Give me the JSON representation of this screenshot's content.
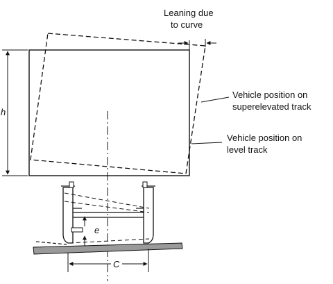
{
  "labels": {
    "leaning_line1": "Leaning due",
    "leaning_line2": "to curve",
    "superelevated_line1": "Vehicle position on",
    "superelevated_line2": "superelevated track",
    "level_line1": "Vehicle position on",
    "level_line2": "level track",
    "height": "h",
    "eccentricity": "e",
    "gauge": "C"
  },
  "colors": {
    "line": "#111111",
    "rail": "#9a9a9a"
  }
}
